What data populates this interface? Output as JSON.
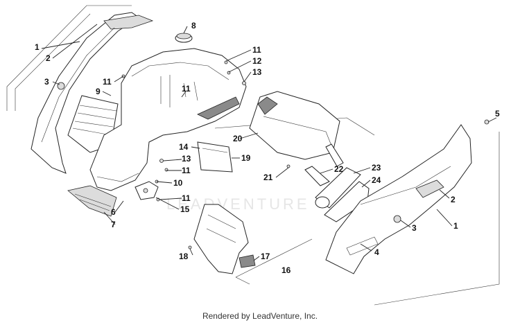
{
  "footer": "Rendered by LeadVenture, Inc.",
  "watermark": "LEADVENTURE",
  "callouts": [
    {
      "id": "c1",
      "text": "1"
    },
    {
      "id": "c2",
      "text": "2"
    },
    {
      "id": "c3",
      "text": "3"
    },
    {
      "id": "c9",
      "text": "9"
    },
    {
      "id": "c11a",
      "text": "11"
    },
    {
      "id": "c8",
      "text": "8"
    },
    {
      "id": "c11b",
      "text": "11"
    },
    {
      "id": "c12",
      "text": "12"
    },
    {
      "id": "c13a",
      "text": "13"
    },
    {
      "id": "c11c",
      "text": "11"
    },
    {
      "id": "c20",
      "text": "20"
    },
    {
      "id": "c14",
      "text": "14"
    },
    {
      "id": "c19",
      "text": "19"
    },
    {
      "id": "c13b",
      "text": "13"
    },
    {
      "id": "c11d",
      "text": "11"
    },
    {
      "id": "c10",
      "text": "10"
    },
    {
      "id": "c11e",
      "text": "11"
    },
    {
      "id": "c15",
      "text": "15"
    },
    {
      "id": "c6",
      "text": "6"
    },
    {
      "id": "c7",
      "text": "7"
    },
    {
      "id": "c21",
      "text": "21"
    },
    {
      "id": "c22",
      "text": "22"
    },
    {
      "id": "c23",
      "text": "23"
    },
    {
      "id": "c24",
      "text": "24"
    },
    {
      "id": "c5",
      "text": "5"
    },
    {
      "id": "c2r",
      "text": "2"
    },
    {
      "id": "c3r",
      "text": "3"
    },
    {
      "id": "c1r",
      "text": "1"
    },
    {
      "id": "c4",
      "text": "4"
    },
    {
      "id": "c18",
      "text": "18"
    },
    {
      "id": "c17",
      "text": "17"
    },
    {
      "id": "c16",
      "text": "16"
    }
  ]
}
